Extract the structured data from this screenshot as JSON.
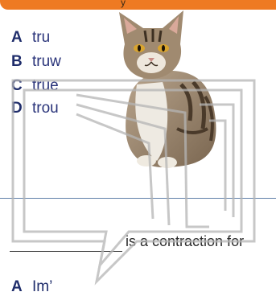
{
  "options": [
    {
      "letter": "A",
      "text": "tru"
    },
    {
      "letter": "B",
      "text": "truw"
    },
    {
      "letter": "C",
      "text": "true"
    },
    {
      "letter": "D",
      "text": "trou"
    }
  ],
  "question": {
    "text": "is a contraction for"
  },
  "next_option": {
    "letter": "A",
    "text": "Im’"
  },
  "colors": {
    "banner": "#ee7a22",
    "option_text": "#1f2d6b",
    "divider": "#5f7fa8"
  }
}
